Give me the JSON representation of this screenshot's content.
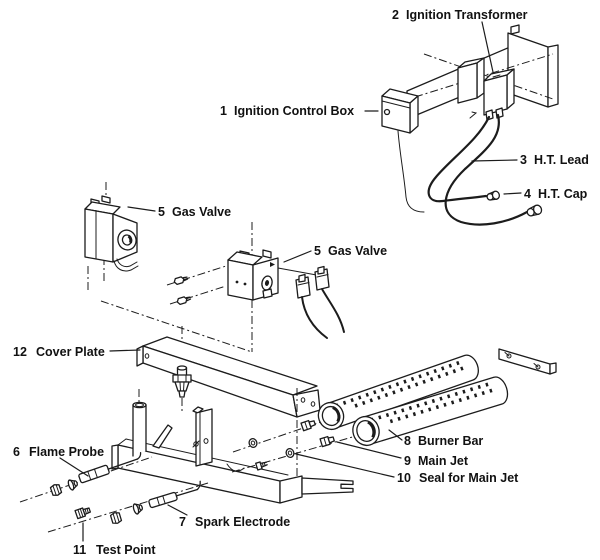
{
  "diagram": {
    "title": "Gas burner ignition assembly exploded parts diagram",
    "background_color": "#ffffff",
    "line_color": "#1c1c1c",
    "label_color": "#111111"
  },
  "labels": {
    "ignition_control_box": {
      "number": "1",
      "name": "Ignition Control Box"
    },
    "ignition_transformer": {
      "number": "2",
      "name": "Ignition Transformer"
    },
    "ht_lead": {
      "number": "3",
      "name": "H.T. Lead"
    },
    "ht_cap": {
      "number": "4",
      "name": "H.T. Cap"
    },
    "gas_valve_left": {
      "number": "5",
      "name": "Gas Valve"
    },
    "gas_valve_right": {
      "number": "5",
      "name": "Gas Valve"
    },
    "flame_probe": {
      "number": "6",
      "name": "Flame Probe"
    },
    "spark_electrode": {
      "number": "7",
      "name": "Spark Electrode"
    },
    "burner_bar": {
      "number": "8",
      "name": "Burner Bar"
    },
    "main_jet": {
      "number": "9",
      "name": "Main Jet"
    },
    "seal_for_main_jet": {
      "number": "10",
      "name": "Seal for Main Jet"
    },
    "test_point": {
      "number": "11",
      "name": "Test Point"
    },
    "cover_plate": {
      "number": "12",
      "name": "Cover Plate"
    }
  }
}
